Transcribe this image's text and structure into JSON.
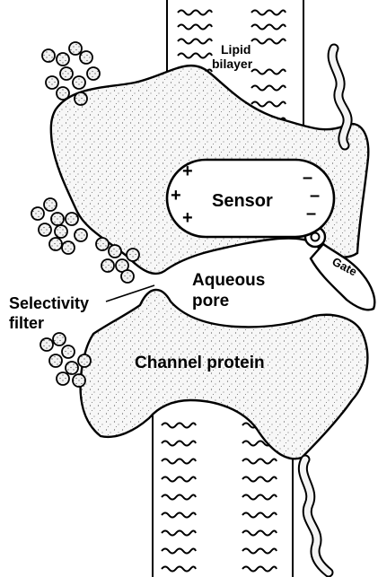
{
  "labels": {
    "lipid_bilayer_line1": "Lipid",
    "lipid_bilayer_line2": "bilayer",
    "sensor": "Sensor",
    "aqueous_line1": "Aqueous",
    "aqueous_line2": "pore",
    "selectivity_line1": "Selectivity",
    "selectivity_line2": "filter",
    "channel_protein": "Channel protein",
    "gate": "Gate"
  },
  "charges": {
    "positive": "+",
    "negative": "–"
  },
  "colors": {
    "ink": "#000000",
    "background": "#ffffff",
    "protein_fill": "#f6f6f6"
  }
}
